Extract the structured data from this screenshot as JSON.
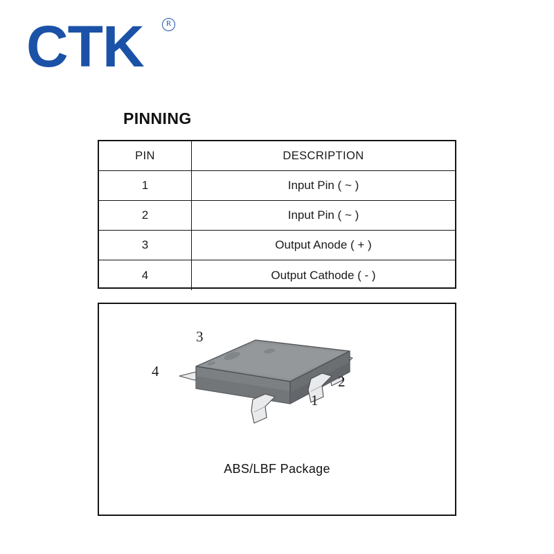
{
  "logo": {
    "text": "CTK",
    "registered_mark": "R",
    "color": "#1b52a8"
  },
  "section": {
    "title": "PINNING"
  },
  "pin_table": {
    "headers": [
      "PIN",
      "DESCRIPTION"
    ],
    "rows": [
      {
        "pin": "1",
        "description": "Input Pin ( ~ )"
      },
      {
        "pin": "2",
        "description": "Input Pin ( ~ )"
      },
      {
        "pin": "3",
        "description": "Output Anode ( + )"
      },
      {
        "pin": "4",
        "description": "Output Cathode ( - )"
      }
    ]
  },
  "package": {
    "caption": "ABS/LBF  Package",
    "pin_labels": {
      "one": "1",
      "two": "2",
      "three": "3",
      "four": "4"
    },
    "colors": {
      "top_face": "#8f9295",
      "front_face": "#6f7376",
      "side_face": "#7c8083",
      "lead": "#e9eaeb",
      "outline": "#4a4d50"
    }
  }
}
